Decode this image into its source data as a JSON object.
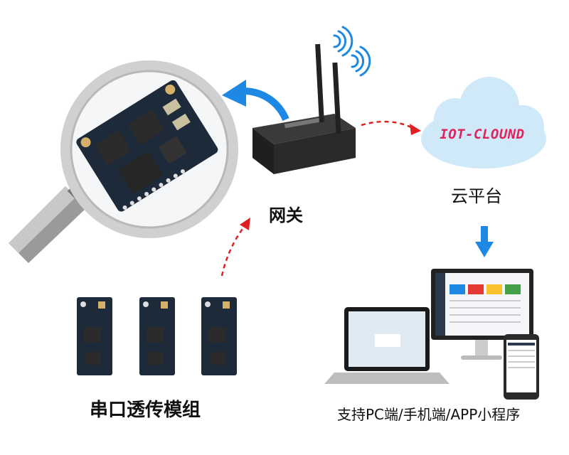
{
  "gateway": {
    "label": "网关"
  },
  "cloud": {
    "text": "IOT-CLOUND",
    "label": "云平台"
  },
  "modules": {
    "label": "串口透传模组",
    "count": 3
  },
  "platforms": {
    "label": "支持PC端/手机端/APP小程序"
  },
  "colors": {
    "arrow_red": "#e02020",
    "arrow_blue": "#1e88e5",
    "cloud_fill": "#cfe9f8",
    "cloud_text": "#e0245e",
    "pcb": "#1d2a3a"
  }
}
